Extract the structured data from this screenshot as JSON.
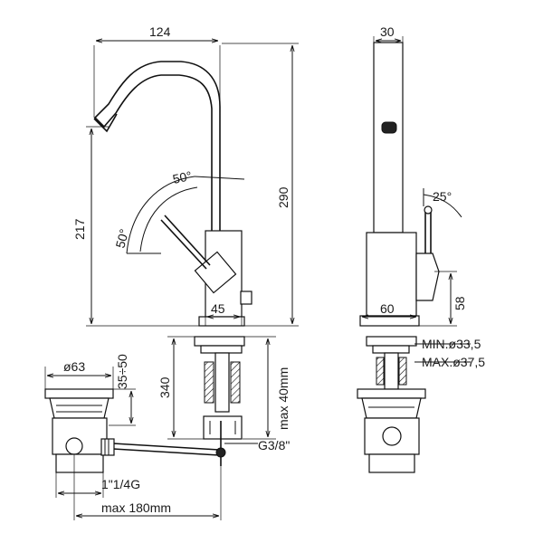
{
  "drawing": {
    "dimensions": {
      "spout_reach": "124",
      "body_depth": "30",
      "lever_angle_top": "50°",
      "lever_angle_left": "50°",
      "side_lever_angle": "25°",
      "tap_height_217": "217",
      "total_height_290": "290",
      "body_width_45": "45",
      "side_body_width_60": "60",
      "side_height_58": "58",
      "hole_min": "MIN.ø33,5",
      "hole_max": "MAX.ø37,5",
      "waste_diameter": "ø63",
      "waste_range": "35÷50",
      "hose_length": "340",
      "max_deck": "max 40mm",
      "connection_thread": "G3/8\"",
      "waste_thread": "1\"1/4G",
      "max_pull_rod": "max 180mm"
    }
  }
}
